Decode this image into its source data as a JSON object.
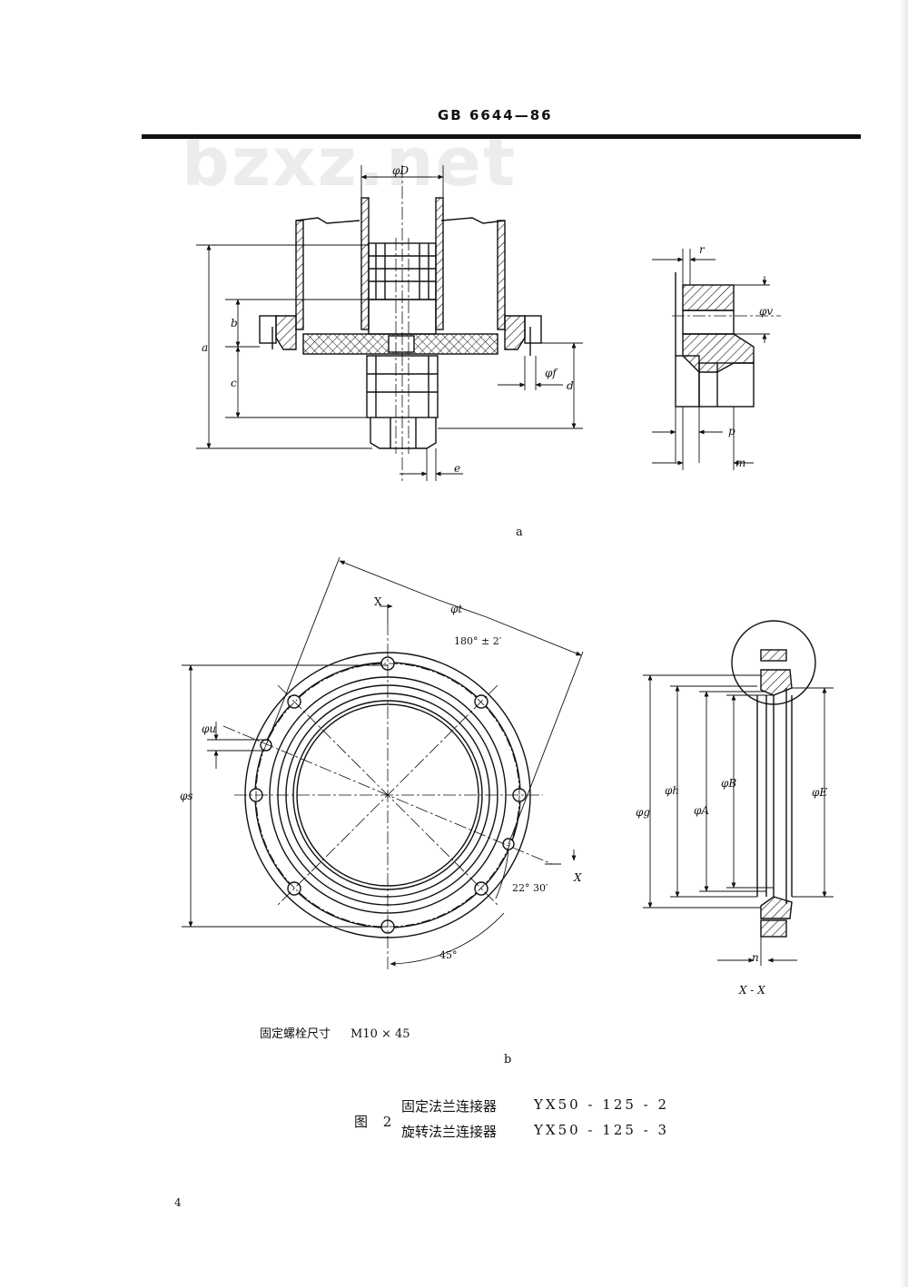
{
  "header": {
    "standard_code": "GB 6644—86",
    "watermark": "bzxz.net"
  },
  "figure_a": {
    "sublabel": "a",
    "dims": {
      "phi_D": "φD",
      "a": "a",
      "b": "b",
      "c": "c",
      "d": "d",
      "e": "e",
      "phi_f": "φf",
      "r": "r",
      "phi_v": "φv",
      "p": "p",
      "m": "m"
    }
  },
  "figure_b": {
    "sublabel": "b",
    "section_mark": "X",
    "section_label": "X - X",
    "dims": {
      "phi_t": "φt",
      "angle_180": "180° ± 2′",
      "phi_u": "φu",
      "phi_s": "φs",
      "angle_22": "22° 30′",
      "angle_45": "45°",
      "phi_g": "φg",
      "phi_h": "φh",
      "phi_A": "φA",
      "phi_B": "φB",
      "phi_E": "φE",
      "n": "n"
    },
    "note_label": "固定螺栓尺寸",
    "note_value": "M10 × 45"
  },
  "caption": {
    "prefix": "图 2",
    "line1_name": "固定法兰连接器",
    "line1_model": "YX50 - 125 - 2",
    "line2_name": "旋转法兰连接器",
    "line2_model": "YX50 - 125 - 3"
  },
  "page_number": "4"
}
